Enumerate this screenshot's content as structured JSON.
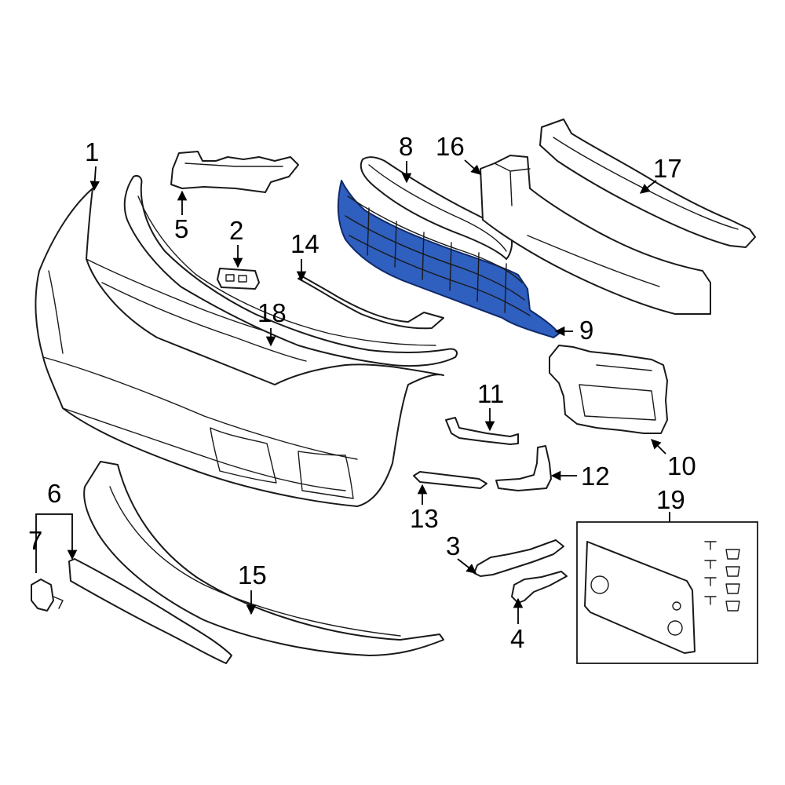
{
  "diagram": {
    "highlight_color": "#2f5fbf",
    "callouts": [
      {
        "id": "1",
        "label": "1"
      },
      {
        "id": "2",
        "label": "2"
      },
      {
        "id": "3",
        "label": "3"
      },
      {
        "id": "4",
        "label": "4"
      },
      {
        "id": "5",
        "label": "5"
      },
      {
        "id": "6",
        "label": "6"
      },
      {
        "id": "7",
        "label": "7"
      },
      {
        "id": "8",
        "label": "8"
      },
      {
        "id": "9",
        "label": "9"
      },
      {
        "id": "10",
        "label": "10"
      },
      {
        "id": "11",
        "label": "11"
      },
      {
        "id": "12",
        "label": "12"
      },
      {
        "id": "13",
        "label": "13"
      },
      {
        "id": "14",
        "label": "14"
      },
      {
        "id": "15",
        "label": "15"
      },
      {
        "id": "16",
        "label": "16"
      },
      {
        "id": "17",
        "label": "17"
      },
      {
        "id": "18",
        "label": "18"
      },
      {
        "id": "19",
        "label": "19"
      }
    ]
  }
}
